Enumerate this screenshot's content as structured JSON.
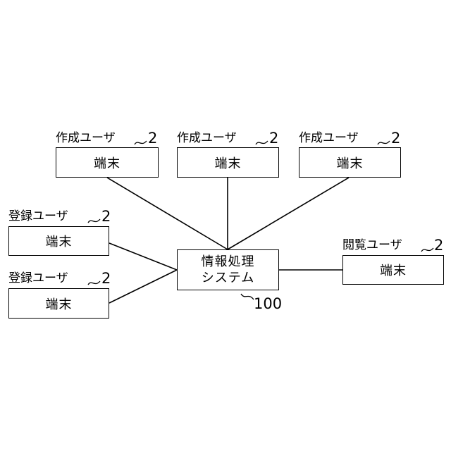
{
  "terminal_label": "端末",
  "terminal_ref": "2",
  "center": {
    "line1": "情報処理",
    "line2": "システム",
    "ref": "100"
  },
  "roles": {
    "creator": "作成ユーザ",
    "registrant": "登録ユーザ",
    "viewer": "閲覧ユーザ"
  },
  "colors": {
    "line": "#000000",
    "background": "#ffffff"
  }
}
